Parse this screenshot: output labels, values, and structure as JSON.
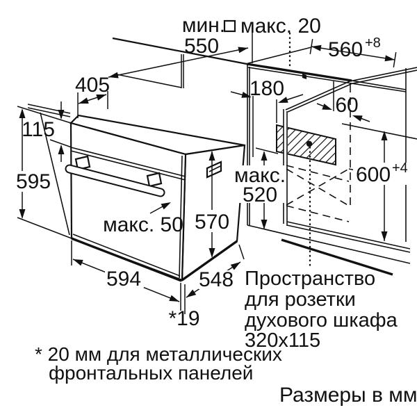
{
  "units_note": "Размеры в мм",
  "footnote": {
    "line1": "* 20 мм для металлических",
    "line2": "фронтальных панелей"
  },
  "socket_note": {
    "line1": "Пространство",
    "line2": "для розетки",
    "line3": "духового шкафа",
    "line4": "320x115"
  },
  "dimensions": {
    "top_min_label": "мин.",
    "top_min_value": "550",
    "worktop_max": "макс. 20",
    "niche_width": "560",
    "niche_width_tol": "+8",
    "oven_top_depth": "405",
    "panel_height": "115",
    "oven_height": "595",
    "cabinet_depth_label": "макс.",
    "cabinet_depth_value": "520",
    "oven_depth": "570",
    "handle_max": "макс. 50",
    "oven_width": "594",
    "oven_body_depth": "548",
    "door_thickness": "*19",
    "socket_offset": "180",
    "socket_side": "60",
    "niche_height": "600",
    "niche_height_tol": "+4"
  },
  "colors": {
    "line": "#111111",
    "background": "#ffffff"
  }
}
